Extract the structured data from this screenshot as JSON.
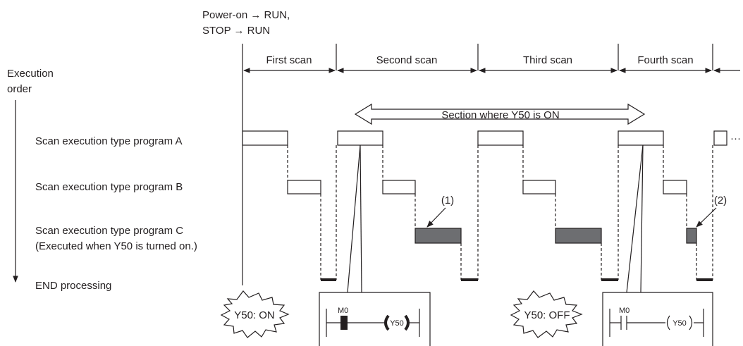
{
  "start_label_line1": "Power-on → RUN,",
  "start_label_line2": "STOP → RUN",
  "scans": [
    "First scan",
    "Second scan",
    "Third scan",
    "Fourth scan"
  ],
  "execution_order_line1": "Execution",
  "execution_order_line2": "order",
  "rows": {
    "program_a": "Scan execution type program A",
    "program_b": "Scan execution type program B",
    "program_c_line1": "Scan execution type program C",
    "program_c_line2": "(Executed when Y50 is turned on.)",
    "end_processing": "END processing"
  },
  "section_label": "Section where Y50 is ON",
  "ellipsis": "···",
  "callouts": [
    "(1)",
    "(2)"
  ],
  "bursts": [
    "Y50: ON",
    "Y50: OFF"
  ],
  "ladder": {
    "contact_label": "M0",
    "coil_label": "Y50"
  },
  "colors": {
    "line": "#231f20",
    "program_c_fill": "#6d6e71",
    "end_bar": "#231f20"
  }
}
